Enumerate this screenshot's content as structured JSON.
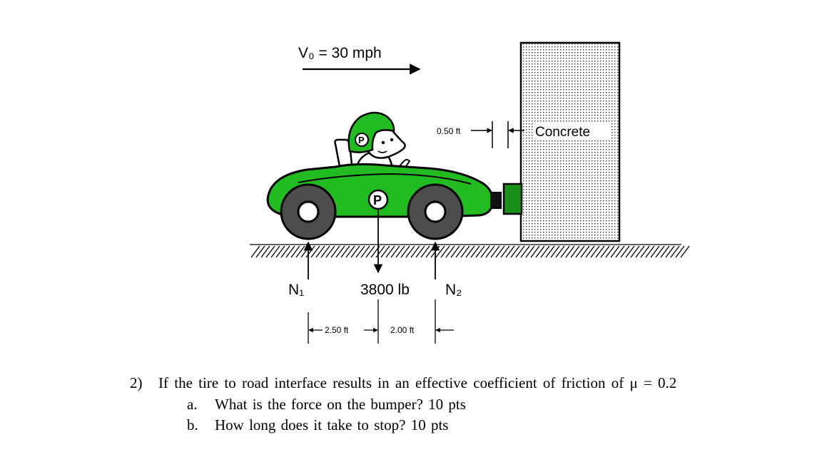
{
  "diagram": {
    "velocity_label": "V₀ = 30 mph",
    "gap_label": "0.50 ft",
    "wall_label": "Concrete",
    "weight_label": "3800 lb",
    "n1_label": "N₁",
    "n2_label": "N₂",
    "dim1_label": "2.50 ft",
    "dim2_label": "2.00 ft",
    "car_logo_letter": "P",
    "helmet_logo_letter": "P",
    "colors": {
      "car_body": "#22bb22",
      "bumper": "#1a8f1a",
      "tire": "#4d4d4d",
      "ink": "#000000"
    }
  },
  "question": {
    "number": "2)",
    "text": "If the tire to road interface results in an effective coefficient of friction of μ = 0.2",
    "parts": [
      {
        "label": "a.",
        "text": "What is the force on the bumper? 10 pts"
      },
      {
        "label": "b.",
        "text": "How long does it take to stop? 10 pts"
      }
    ]
  }
}
